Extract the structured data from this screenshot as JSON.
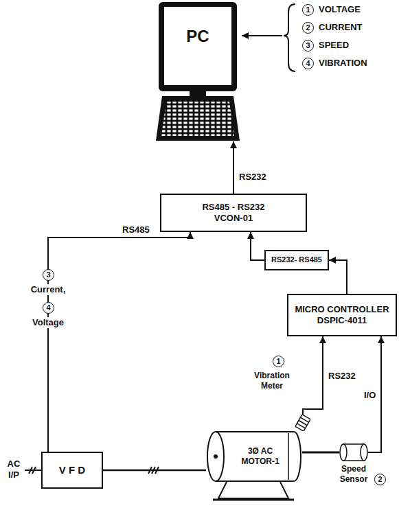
{
  "diagram": {
    "nodes": [
      {
        "text": [
          "PC"
        ]
      },
      {
        "text": [
          "RS485 - RS232",
          "VCON-01"
        ]
      },
      {
        "text": [
          "RS232- RS485"
        ]
      },
      {
        "text": [
          "MICRO CONTROLLER",
          "DSPIC-4011"
        ]
      },
      {
        "text": [
          "V F D"
        ]
      },
      {
        "text": [
          "3Ø AC MOTOR-1"
        ]
      },
      {
        "text": [
          "Vibration Meter"
        ]
      },
      {
        "text": [
          "Speed Sensor"
        ]
      }
    ],
    "edges": [
      {
        "from": 4,
        "to": 1,
        "arrow": "to",
        "label": "RS485"
      },
      {
        "from": 2,
        "to": 1,
        "arrow": "to"
      },
      {
        "from": 3,
        "to": 2,
        "arrow": "to"
      },
      {
        "from": 1,
        "to": 0,
        "arrow": "to",
        "label": "RS232"
      },
      {
        "from": 6,
        "to": 3,
        "arrow": "to",
        "label": "RS232"
      },
      {
        "from": 7,
        "to": 3,
        "arrow": "to",
        "label": "I/O"
      },
      {
        "from": 4,
        "to": 5,
        "arrow": "none"
      }
    ],
    "labels": [
      "1",
      "VOLTAGE",
      "2",
      "CURRENT",
      "3",
      "SPEED",
      "4",
      "VIBRATION",
      "3",
      "Current,",
      "4",
      "Voltage",
      "1",
      "2",
      "AC I/P"
    ]
  }
}
